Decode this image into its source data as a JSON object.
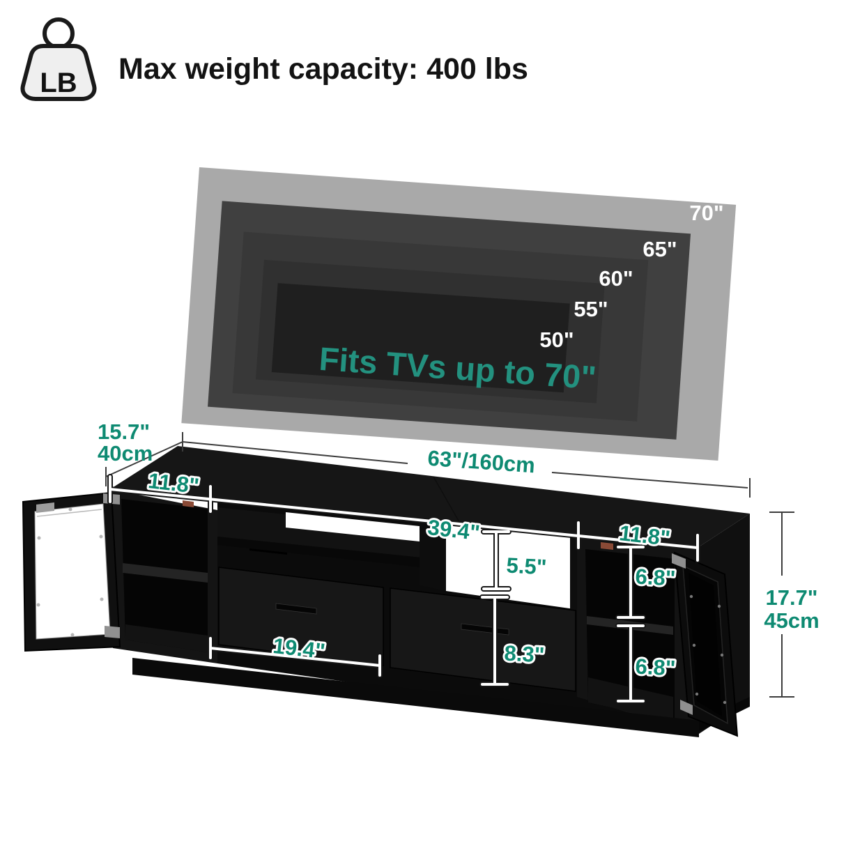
{
  "header": {
    "icon_label": "LB",
    "title": "Max weight capacity: 400 lbs"
  },
  "tv": {
    "caption": "Fits TVs up to 70\"",
    "sizes": [
      "70\"",
      "65\"",
      "60\"",
      "55\"",
      "50\""
    ]
  },
  "stand_dimensions": {
    "depth_in": "15.7\"",
    "depth_cm": "40cm",
    "width_total": "63\"/160cm",
    "height_in": "17.7\"",
    "height_cm": "45cm",
    "left_cabinet_width": "11.8\"",
    "middle_width": "39.4\"",
    "right_cabinet_width": "11.8\"",
    "open_shelf_height": "5.5\"",
    "drawer_height": "8.3\"",
    "right_upper_cubby_height": "6.8\"",
    "right_lower_cubby_height": "6.8\"",
    "drawer_width": "19.4\""
  },
  "colors": {
    "accent_teal": "#0E8A72",
    "tv_caption_teal": "#23917F",
    "tv_outer_gray": "#A9A9A9",
    "stand_black": "#151515",
    "text_black": "#131313",
    "white": "#FFFFFF"
  }
}
